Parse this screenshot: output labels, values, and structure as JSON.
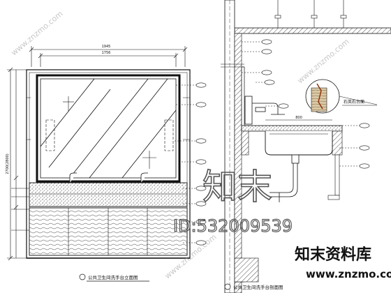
{
  "drawing": {
    "dimensions_top": [
      "1945",
      "1756"
    ],
    "dimensions_left": "2700(2800)",
    "callout_label": "石英石台面",
    "section_label": "800",
    "title_front": "公共卫生间洗手台立面图",
    "title_section": "公共卫生间洗手台剖面图"
  },
  "watermark": {
    "logo_cn": "知末",
    "id_text": "ID:532009539",
    "site_cn": "知末资料库",
    "url": "www.znzmo.com",
    "diag_url": "www.znzmo.com"
  }
}
